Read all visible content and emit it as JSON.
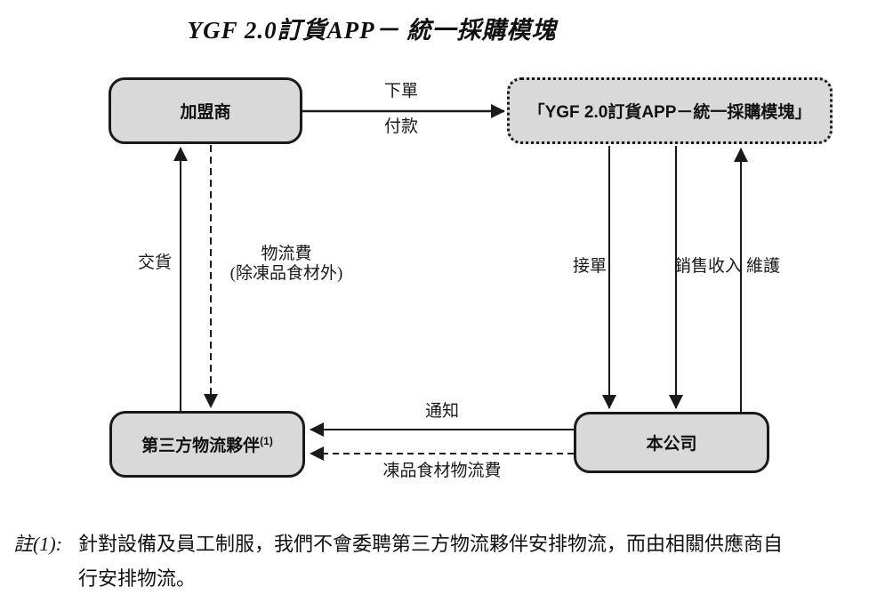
{
  "title": "YGF 2.0訂貨APP－ 統一採購模塊",
  "colors": {
    "box_fill": "#d9d9d9",
    "line": "#1a1a1a",
    "background": "#ffffff"
  },
  "nodes": {
    "franchisee": {
      "label": "加盟商"
    },
    "module": {
      "label": "「YGF 2.0訂貨APP－統一採購模塊」"
    },
    "logistics": {
      "label": "第三方物流夥伴",
      "sup": "(1)"
    },
    "company": {
      "label": "本公司"
    }
  },
  "edges": {
    "order": {
      "label_top": "下單",
      "label_bottom": "付款"
    },
    "delivery": {
      "label": "交貨"
    },
    "logistics_fee": {
      "line1": "物流費",
      "line2": "(除凍品食材外)"
    },
    "receive_order": {
      "label": "接單"
    },
    "sales_revenue": {
      "label": "銷售收入"
    },
    "maintenance": {
      "label": "維護"
    },
    "notify": {
      "label": "通知"
    },
    "frozen_food_fee": {
      "label": "凍品食材物流費"
    }
  },
  "note": {
    "label": "註(1):",
    "line1": "針對設備及員工制服，我們不會委聘第三方物流夥伴安排物流，而由相關供應商自",
    "line2": "行安排物流。"
  }
}
